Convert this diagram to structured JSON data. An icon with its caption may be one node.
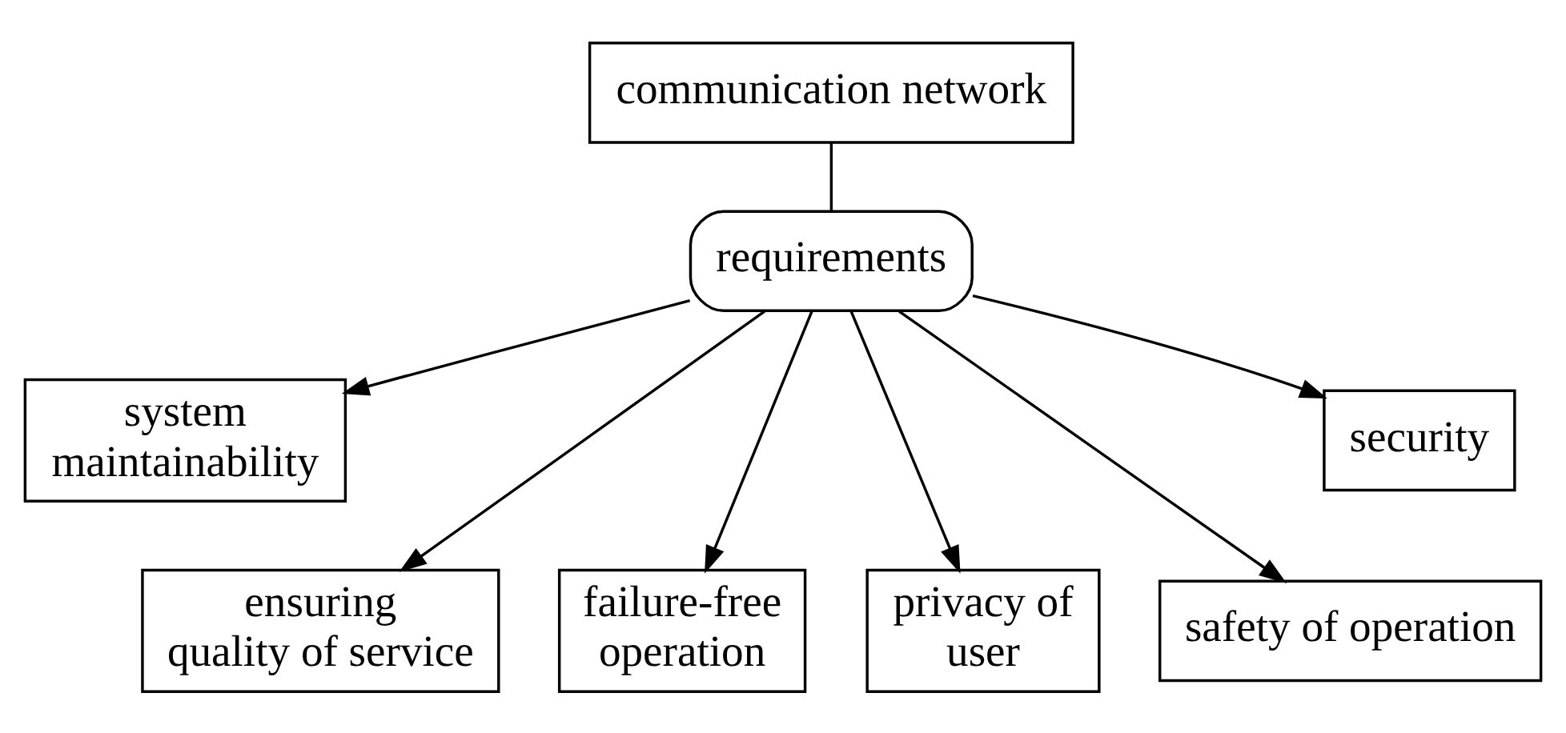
{
  "diagram": {
    "nodes": [
      {
        "text": [
          "communication network"
        ]
      },
      {
        "text": [
          "requirements"
        ]
      },
      {
        "text": [
          "system maintainability"
        ]
      },
      {
        "text": [
          "ensuring quality of service"
        ]
      },
      {
        "text": [
          "failure-free operation"
        ]
      },
      {
        "text": [
          "privacy of user"
        ]
      },
      {
        "text": [
          "safety of operation"
        ]
      },
      {
        "text": [
          "security"
        ]
      }
    ],
    "edges": [
      {
        "from": 0,
        "to": 1,
        "arrow": "none"
      },
      {
        "from": 1,
        "to": 2,
        "arrow": "to"
      },
      {
        "from": 1,
        "to": 3,
        "arrow": "to"
      },
      {
        "from": 1,
        "to": 4,
        "arrow": "to"
      },
      {
        "from": 1,
        "to": 5,
        "arrow": "to"
      },
      {
        "from": 1,
        "to": 6,
        "arrow": "to"
      },
      {
        "from": 1,
        "to": 7,
        "arrow": "to"
      }
    ]
  }
}
